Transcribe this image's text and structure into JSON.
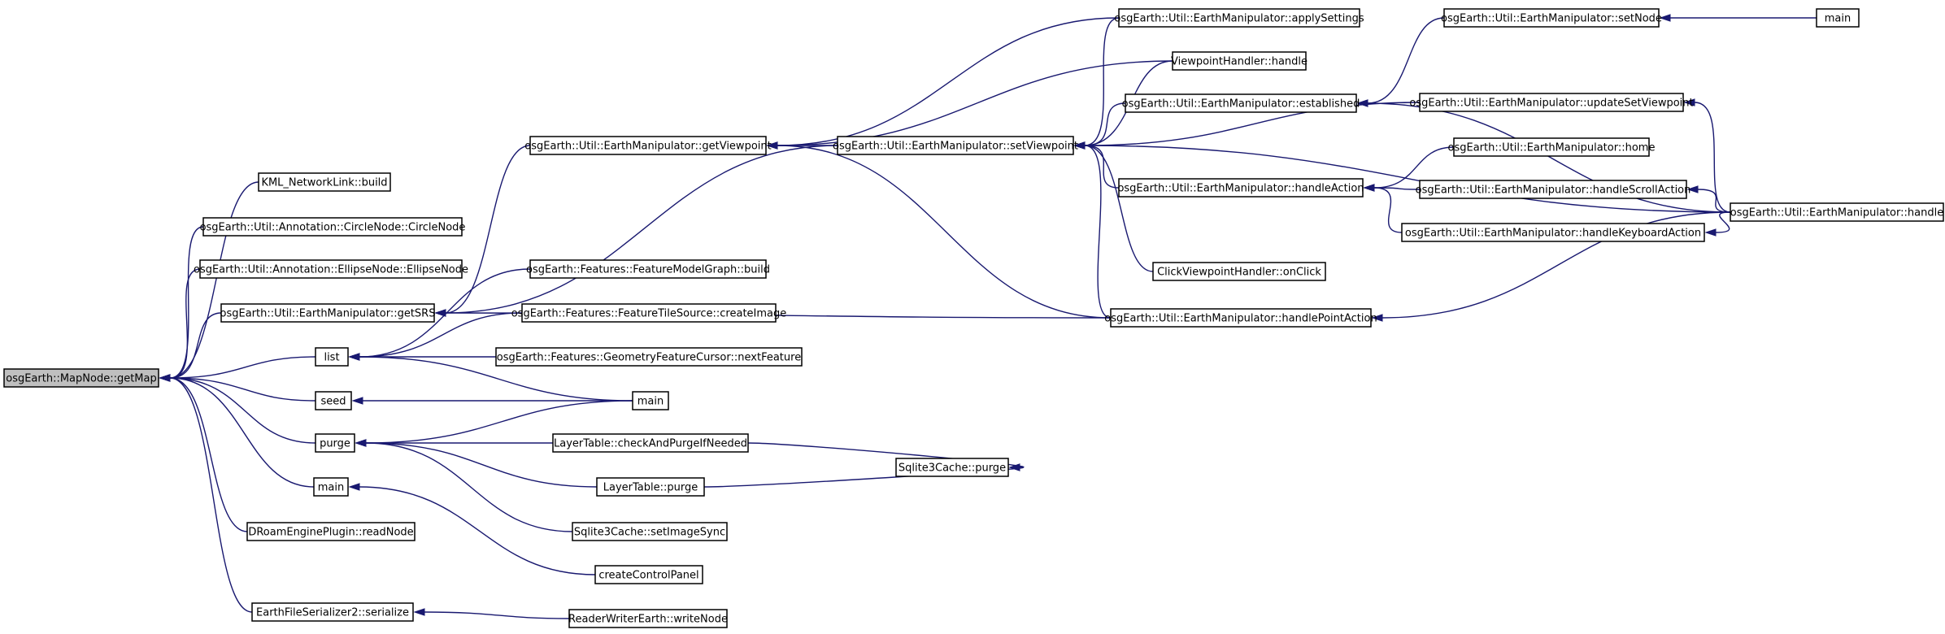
{
  "nodes": [
    {
      "id": "getMap",
      "label": "osgEarth::MapNode::getMap",
      "root": true
    },
    {
      "id": "kmlBuild",
      "label": "KML_NetworkLink::build"
    },
    {
      "id": "circleNode",
      "label": "osgEarth::Util::Annotation::CircleNode::CircleNode"
    },
    {
      "id": "ellipseNode",
      "label": "osgEarth::Util::Annotation::EllipseNode::EllipseNode"
    },
    {
      "id": "getSRS",
      "label": "osgEarth::Util::EarthManipulator::getSRS"
    },
    {
      "id": "list",
      "label": "list"
    },
    {
      "id": "seed",
      "label": "seed"
    },
    {
      "id": "purge",
      "label": "purge"
    },
    {
      "id": "mainA",
      "label": "main"
    },
    {
      "id": "droam",
      "label": "DRoamEnginePlugin::readNode"
    },
    {
      "id": "serialize",
      "label": "EarthFileSerializer2::serialize"
    },
    {
      "id": "getViewpoint",
      "label": "osgEarth::Util::EarthManipulator::getViewpoint"
    },
    {
      "id": "fmgBuild",
      "label": "osgEarth::Features::FeatureModelGraph::build"
    },
    {
      "id": "createImage",
      "label": "osgEarth::Features::FeatureTileSource::createImage"
    },
    {
      "id": "nextFeature",
      "label": "osgEarth::Features::GeometryFeatureCursor::nextFeature"
    },
    {
      "id": "mainB",
      "label": "main"
    },
    {
      "id": "checkPurge",
      "label": "LayerTable::checkAndPurgeIfNeeded"
    },
    {
      "id": "ltPurge",
      "label": "LayerTable::purge"
    },
    {
      "id": "setImageSync",
      "label": "Sqlite3Cache::setImageSync"
    },
    {
      "id": "createControlPanel",
      "label": "createControlPanel"
    },
    {
      "id": "writeNode",
      "label": "ReaderWriterEarth::writeNode"
    },
    {
      "id": "setViewpoint",
      "label": "osgEarth::Util::EarthManipulator::setViewpoint"
    },
    {
      "id": "applySettings",
      "label": "osgEarth::Util::EarthManipulator::applySettings"
    },
    {
      "id": "vpHandle",
      "label": "ViewpointHandler::handle"
    },
    {
      "id": "established",
      "label": "osgEarth::Util::EarthManipulator::established"
    },
    {
      "id": "handleAction",
      "label": "osgEarth::Util::EarthManipulator::handleAction"
    },
    {
      "id": "clickVp",
      "label": "ClickViewpointHandler::onClick"
    },
    {
      "id": "handlePointAction",
      "label": "osgEarth::Util::EarthManipulator::handlePointAction"
    },
    {
      "id": "sqlitePurge",
      "label": "Sqlite3Cache::purge"
    },
    {
      "id": "setNode",
      "label": "osgEarth::Util::EarthManipulator::setNode"
    },
    {
      "id": "updateSetViewpoint",
      "label": "osgEarth::Util::EarthManipulator::updateSetViewpoint"
    },
    {
      "id": "home",
      "label": "osgEarth::Util::EarthManipulator::home"
    },
    {
      "id": "handleScroll",
      "label": "osgEarth::Util::EarthManipulator::handleScrollAction"
    },
    {
      "id": "handleKeyboard",
      "label": "osgEarth::Util::EarthManipulator::handleKeyboardAction"
    },
    {
      "id": "mainC",
      "label": "main"
    },
    {
      "id": "emHandle",
      "label": "osgEarth::Util::EarthManipulator::handle"
    }
  ],
  "edges": [
    {
      "from": "kmlBuild",
      "to": "getMap"
    },
    {
      "from": "circleNode",
      "to": "getMap"
    },
    {
      "from": "ellipseNode",
      "to": "getMap"
    },
    {
      "from": "getSRS",
      "to": "getMap"
    },
    {
      "from": "list",
      "to": "getMap"
    },
    {
      "from": "seed",
      "to": "getMap"
    },
    {
      "from": "purge",
      "to": "getMap"
    },
    {
      "from": "mainA",
      "to": "getMap"
    },
    {
      "from": "droam",
      "to": "getMap"
    },
    {
      "from": "serialize",
      "to": "getMap"
    },
    {
      "from": "getViewpoint",
      "to": "getSRS"
    },
    {
      "from": "setViewpoint",
      "to": "getSRS"
    },
    {
      "from": "handlePointAction",
      "to": "getSRS"
    },
    {
      "from": "fmgBuild",
      "to": "list"
    },
    {
      "from": "createImage",
      "to": "list"
    },
    {
      "from": "nextFeature",
      "to": "list"
    },
    {
      "from": "mainB",
      "to": "list"
    },
    {
      "from": "mainB",
      "to": "seed"
    },
    {
      "from": "mainB",
      "to": "purge"
    },
    {
      "from": "checkPurge",
      "to": "purge"
    },
    {
      "from": "ltPurge",
      "to": "purge"
    },
    {
      "from": "setImageSync",
      "to": "purge"
    },
    {
      "from": "createControlPanel",
      "to": "mainA"
    },
    {
      "from": "writeNode",
      "to": "serialize"
    },
    {
      "from": "setViewpoint",
      "to": "getViewpoint"
    },
    {
      "from": "applySettings",
      "to": "getViewpoint"
    },
    {
      "from": "vpHandle",
      "to": "getViewpoint"
    },
    {
      "from": "handlePointAction",
      "to": "getViewpoint"
    },
    {
      "from": "applySettings",
      "to": "setViewpoint"
    },
    {
      "from": "vpHandle",
      "to": "setViewpoint"
    },
    {
      "from": "established",
      "to": "setViewpoint"
    },
    {
      "from": "updateSetViewpoint",
      "to": "setViewpoint"
    },
    {
      "from": "handleAction",
      "to": "setViewpoint"
    },
    {
      "from": "clickVp",
      "to": "setViewpoint"
    },
    {
      "from": "handlePointAction",
      "to": "setViewpoint"
    },
    {
      "from": "emHandle",
      "to": "setViewpoint"
    },
    {
      "from": "setNode",
      "to": "established"
    },
    {
      "from": "emHandle",
      "to": "established"
    },
    {
      "from": "mainC",
      "to": "setNode"
    },
    {
      "from": "emHandle",
      "to": "updateSetViewpoint"
    },
    {
      "from": "home",
      "to": "handleAction"
    },
    {
      "from": "handleScroll",
      "to": "handleAction"
    },
    {
      "from": "handleKeyboard",
      "to": "handleAction"
    },
    {
      "from": "emHandle",
      "to": "handleScroll"
    },
    {
      "from": "emHandle",
      "to": "handleKeyboard"
    },
    {
      "from": "emHandle",
      "to": "handlePointAction"
    },
    {
      "from": "checkPurge",
      "to": "sqlitePurge"
    },
    {
      "from": "ltPurge",
      "to": "sqlitePurge"
    }
  ]
}
